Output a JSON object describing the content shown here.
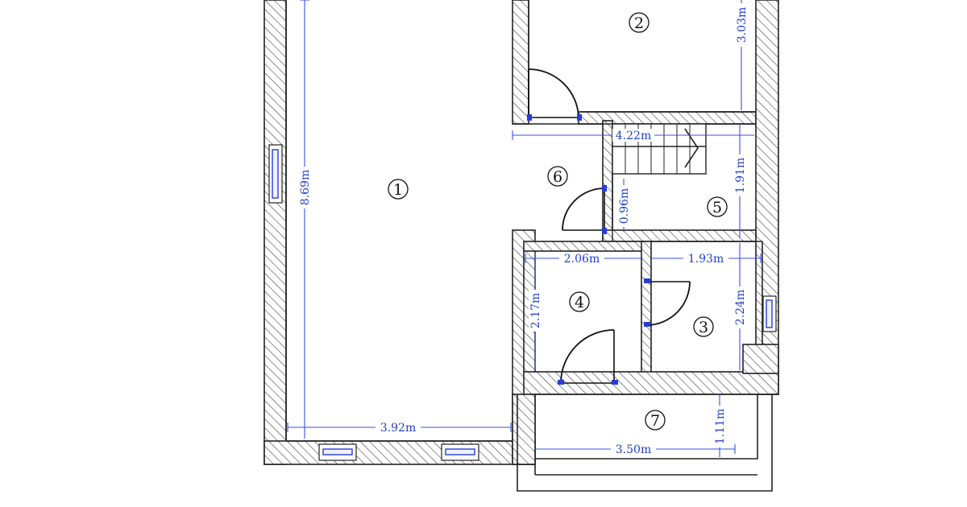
{
  "rooms": [
    {
      "id": "room-1",
      "label": "1"
    },
    {
      "id": "room-2",
      "label": "2"
    },
    {
      "id": "room-3",
      "label": "3"
    },
    {
      "id": "room-4",
      "label": "4"
    },
    {
      "id": "room-5",
      "label": "5"
    },
    {
      "id": "room-6",
      "label": "6"
    },
    {
      "id": "room-7",
      "label": "7"
    }
  ],
  "dimensions": {
    "room1_height": "8.69m",
    "room1_width": "3.92m",
    "room2_height": "3.03m",
    "stair_width": "4.22m",
    "room5_height": "1.91m",
    "door_width": "0.96m",
    "room4_width": "2.06m",
    "room3_width": "1.93m",
    "room4_height": "2.17m",
    "room3_height": "2.24m",
    "room7_height": "1.11m",
    "room7_width": "3.50m"
  },
  "colors": {
    "dimension": "#1f3fd1",
    "wall_stroke": "#222222",
    "window": "#2a3cd6"
  }
}
